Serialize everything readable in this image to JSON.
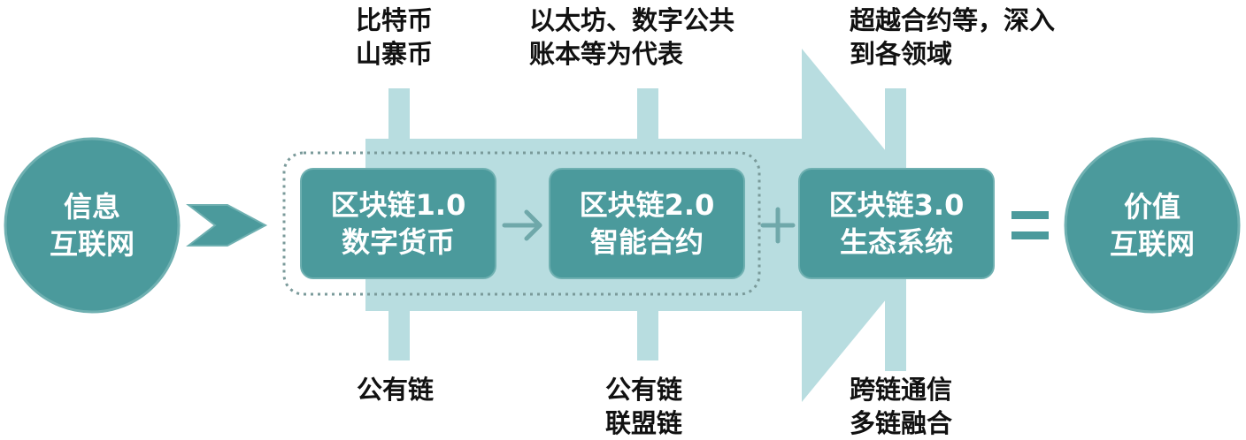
{
  "colors": {
    "teal": "#4b9a9c",
    "teal_border": "#6fb0b1",
    "light_teal": "#b8dde0",
    "connector": "#6fa8aa",
    "dotted_border": "#7a9a9a",
    "text": "#111111",
    "box_text": "#ffffff"
  },
  "left_circle": {
    "line1": "信息",
    "line2": "互联网"
  },
  "right_circle": {
    "line1": "价值",
    "line2": "互联网"
  },
  "stages": [
    {
      "title": "区块链1.0",
      "subtitle": "数字货币",
      "top_label": [
        "比特币",
        "山寨币"
      ],
      "bottom_label": [
        "公有链"
      ]
    },
    {
      "title": "区块链2.0",
      "subtitle": "智能合约",
      "top_label": [
        "以太坊、数字公共",
        "账本等为代表"
      ],
      "bottom_label": [
        "公有链",
        "联盟链"
      ]
    },
    {
      "title": "区块链3.0",
      "subtitle": "生态系统",
      "top_label": [
        "超越合约等，深入",
        "到各领域"
      ],
      "bottom_label": [
        "跨链通信",
        "多链融合"
      ]
    }
  ],
  "icons": {
    "left_arrow": "chevron-arrow-right-icon",
    "stage_arrow": "arrow-right-icon",
    "plus": "plus-icon",
    "equals": "equals-icon"
  }
}
